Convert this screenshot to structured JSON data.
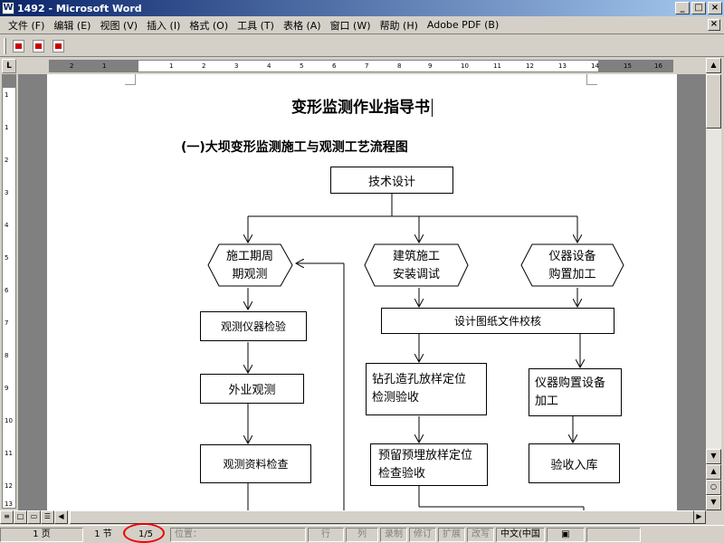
{
  "window": {
    "title": "1492 - Microsoft Word",
    "app_icon": "W"
  },
  "window_buttons": {
    "minimize": "_",
    "maximize": "□",
    "close": "×"
  },
  "menu": [
    "文件 (F)",
    "编辑 (E)",
    "视图 (V)",
    "插入 (I)",
    "格式 (O)",
    "工具 (T)",
    "表格 (A)",
    "窗口 (W)",
    "帮助 (H)",
    "Adobe PDF (B)"
  ],
  "menu_close": "×",
  "ruler": {
    "corner": "L",
    "h_ticks": [
      "2",
      "1",
      "1",
      "2",
      "3",
      "4",
      "5",
      "6",
      "7",
      "8",
      "9",
      "10",
      "11",
      "12",
      "13",
      "14",
      "15",
      "16"
    ],
    "v_ticks": [
      "1",
      "1",
      "2",
      "3",
      "4",
      "5",
      "6",
      "7",
      "8",
      "9",
      "10",
      "11",
      "12",
      "13"
    ]
  },
  "document": {
    "title": "变形监测作业指导书",
    "subtitle": "(一)大坝变形监测施工与观测工艺流程图",
    "flow": {
      "tech_design": "技术设计",
      "construct_observe": [
        "施工期周",
        "期观测"
      ],
      "building_install": [
        "建筑施工",
        "安装调试"
      ],
      "instrument_purchase": [
        "仪器设备",
        "购置加工"
      ],
      "design_check": "设计图纸文件校核",
      "instrument_inspect": "观测仪器检验",
      "field_observe": "外业观测",
      "drilling": [
        "钻孔造孔放样定位",
        "检测验收"
      ],
      "instrument_buy": [
        "仪器购置设备",
        "加工"
      ],
      "data_check": "观测资料检查",
      "prefab": [
        "预留预埋放样定位",
        "检查验收"
      ],
      "storage": "验收入库"
    }
  },
  "status": {
    "page": "1 页",
    "section": "1 节",
    "pages": "1/5",
    "position": "位置：",
    "line": "行",
    "col": "列",
    "rec": "录制",
    "trk": "修订",
    "ext": "扩展",
    "ovr": "改写",
    "lang": "中文(中国"
  },
  "colors": {
    "title_bar_start": "#0a246a",
    "title_bar_end": "#a6caf0",
    "annotation": "#e00000"
  }
}
